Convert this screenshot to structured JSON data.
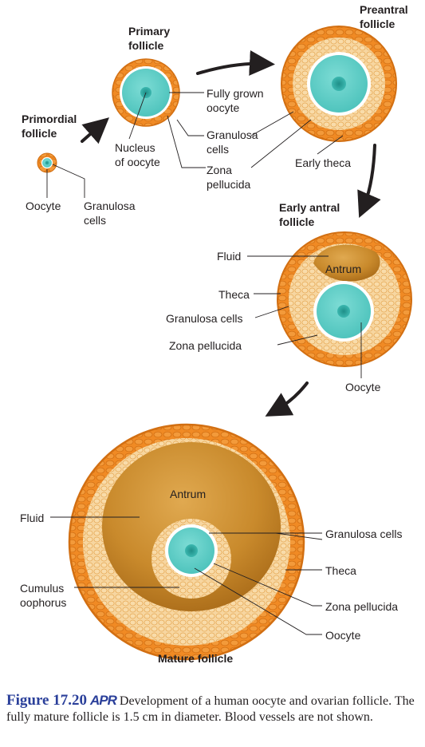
{
  "stages": {
    "primordial": {
      "title": "Primordial\nfollicle",
      "oocyte": "Oocyte",
      "granulosa": "Granulosa\ncells"
    },
    "primary": {
      "title": "Primary\nfollicle",
      "nucleus": "Nucleus\nof oocyte",
      "fully_grown": "Fully grown\noocyte",
      "granulosa": "Granulosa\ncells",
      "zona": "Zona\npellucida"
    },
    "preantral": {
      "title": "Preantral\nfollicle",
      "theca": "Early theca"
    },
    "early_antral": {
      "title": "Early antral\nfollicle",
      "fluid": "Fluid",
      "antrum": "Antrum",
      "theca": "Theca",
      "granulosa": "Granulosa cells",
      "zona": "Zona pellucida",
      "oocyte": "Oocyte"
    },
    "mature": {
      "title": "Mature follicle",
      "antrum": "Antrum",
      "fluid": "Fluid",
      "cumulus": "Cumulus\noophorus",
      "granulosa": "Granulosa cells",
      "theca": "Theca",
      "zona": "Zona pellucida",
      "oocyte": "Oocyte"
    }
  },
  "caption": {
    "figure_number": "Figure 17.20",
    "badge": "APR",
    "text": "Development of a human oocyte and ovarian follicle. The fully mature follicle is 1.5 cm in diameter. Blood vessels are not shown."
  },
  "colors": {
    "theca": "#f08a24",
    "granulosa": "#f7d49a",
    "antrum": "#c98a2c",
    "zona": "#ffffff",
    "ooplasm": "#5fcfc8",
    "nucleus": "#2aa79f",
    "text": "#231f20",
    "caption_blue": "#2a3f9a"
  }
}
